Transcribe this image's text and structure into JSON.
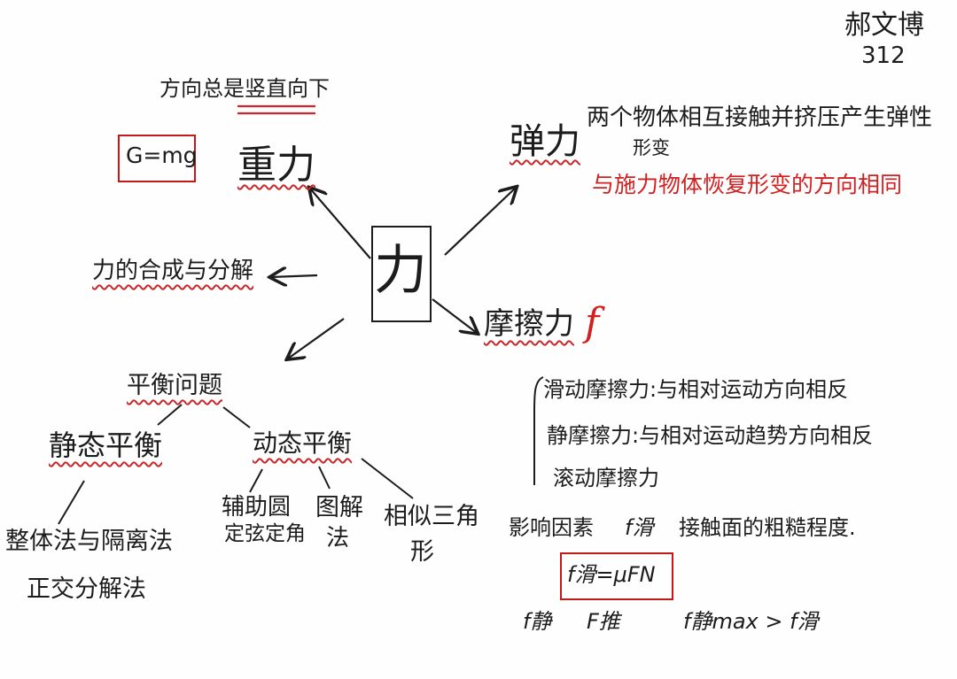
{
  "author": {
    "name": "郝文博",
    "number": "312"
  },
  "center": {
    "label": "力"
  },
  "gravity": {
    "title": "重力",
    "direction": "方向总是竖直向下",
    "formula": "G=mg"
  },
  "composition": {
    "title": "力的合成与分解"
  },
  "elastic": {
    "title": "弹力",
    "line1": "两个物体相互接触并挤压产生弹性",
    "line2": "形变",
    "direction": "与施力物体恢复形变的方向相同"
  },
  "equilibrium": {
    "title": "平衡问题",
    "static": {
      "title": "静态平衡",
      "methods": [
        "整体法与隔离法",
        "正交分解法"
      ]
    },
    "dynamic": {
      "title": "动态平衡",
      "methods": [
        {
          "line1": "辅助圆",
          "line2": "定弦定角"
        },
        {
          "line1": "图解",
          "line2": "法"
        },
        {
          "line1": "相似三角",
          "line2": "形"
        }
      ]
    }
  },
  "friction": {
    "title": "摩擦力",
    "symbol": "f",
    "types": [
      "滑动摩擦力:与相对运动方向相反",
      "静摩擦力:与相对运动趋势方向相反",
      "滚动摩擦力"
    ],
    "factors": {
      "label": "影响因素",
      "symbol": "f滑",
      "text": "接触面的粗糙程度."
    },
    "formula": "f滑=μFN",
    "static_label": "f静",
    "push_label": "F推",
    "comparison": "f静max > f滑"
  },
  "colors": {
    "ink": "#1c1c1c",
    "red": "#d21f1f",
    "background": "#fefefe"
  }
}
